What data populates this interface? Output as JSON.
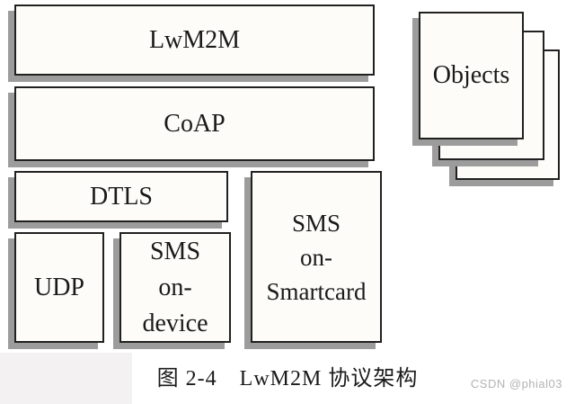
{
  "diagram": {
    "boxes": {
      "lwm2m": {
        "label": "LwM2M"
      },
      "coap": {
        "label": "CoAP"
      },
      "dtls": {
        "label": "DTLS"
      },
      "udp": {
        "label": "UDP"
      },
      "sms_on_device": {
        "lines": [
          "SMS",
          "on-",
          "device"
        ]
      },
      "sms_on_smartcard": {
        "lines": [
          "SMS",
          "on-",
          "Smartcard"
        ]
      },
      "objects": {
        "label": "Objects",
        "stack_count": 3
      }
    },
    "colors": {
      "box_fill": "#fdfcf8",
      "box_border": "#212121",
      "box_shadow": "#9c9c9c",
      "text": "#1a1a1a",
      "corner_tint": "#f4f1f3"
    }
  },
  "caption": {
    "figure_label": "图 2-4",
    "figure_title": "LwM2M 协议架构"
  },
  "watermark": {
    "text": "CSDN @phial03",
    "color": "#b3b3b3"
  }
}
